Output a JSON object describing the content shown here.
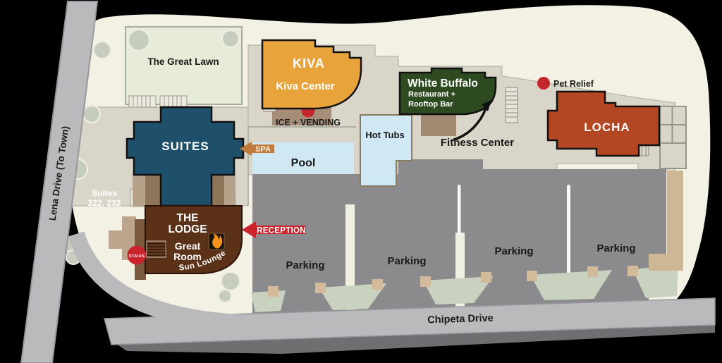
{
  "map": {
    "roads": {
      "left": "Lena Drive (To Town)",
      "bottom": "Chipeta Drive"
    },
    "areas": {
      "great_lawn": "The Great Lawn",
      "pool": "Pool",
      "hot_tubs": "Hot Tubs",
      "parking_labels": [
        "Parking",
        "Parking",
        "Parking",
        "Parking"
      ]
    },
    "buildings": {
      "kiva": {
        "title": "KIVA",
        "subtitle": "Kiva Center"
      },
      "white_buffalo": {
        "title": "White Buffalo",
        "line1": "Restaurant +",
        "line2": "Rooftop Bar"
      },
      "locha": {
        "title": "LOCHA"
      },
      "suites": {
        "title": "SUITES",
        "note_line1": "Suites",
        "note_line2": "222, 232"
      },
      "lodge": {
        "line1": "THE",
        "line2": "LODGE",
        "great_room_line1": "Great",
        "great_room_line2": "Room",
        "sun_lounge": "Sun Lounge"
      }
    },
    "markers": {
      "ice_vending": "ICE + VENDING",
      "pet_relief": "Pet Relief",
      "fitness_center": "Fitness Center",
      "spa": "SPA",
      "reception": "RECEPTION",
      "stairs": "STAIRS"
    },
    "colors": {
      "kiva": "#E9A33B",
      "white_buffalo": "#2E4A21",
      "locha": "#B34724",
      "suites": "#1F506B",
      "lodge": "#5B3118",
      "marker_red": "#C9242B",
      "spa_arrow": "#C07A3C",
      "site_cream": "#F2F1E3",
      "courtyard_beige": "#D9D5C9",
      "lawn_green": "#E7ECD8",
      "water_blue": "#CFE8F4",
      "parking_gray": "#8B8B8D",
      "road_gray": "#BABABC"
    }
  }
}
